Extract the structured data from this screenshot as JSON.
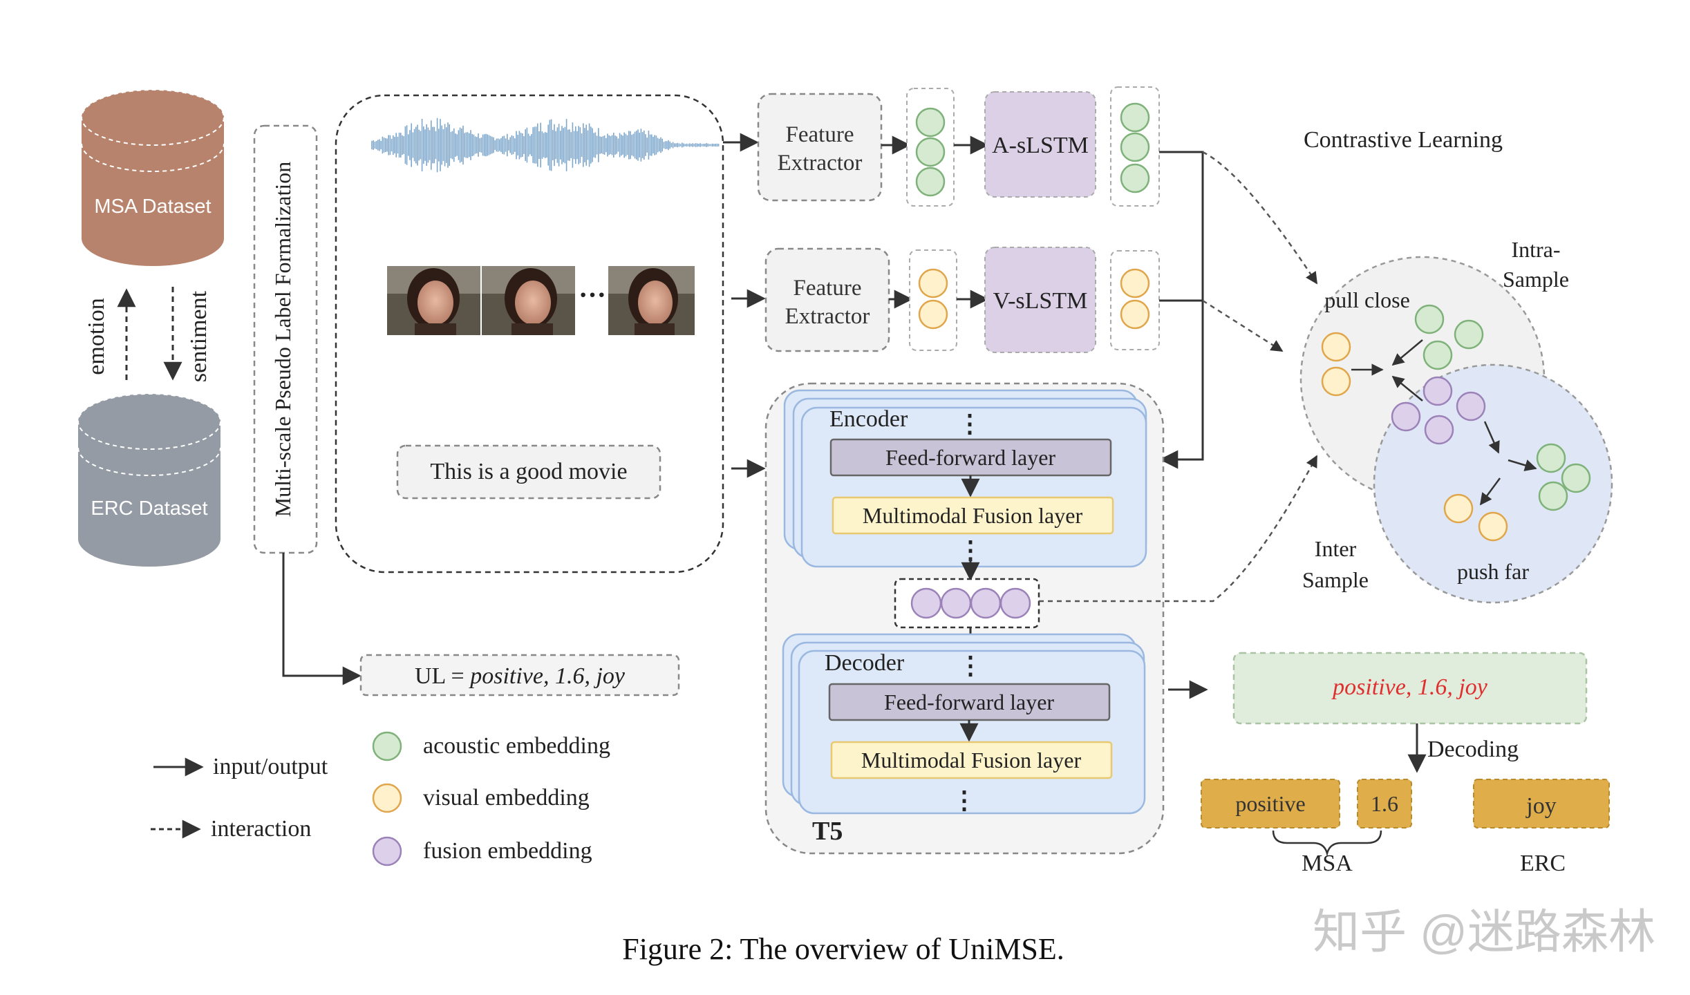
{
  "colors": {
    "acoustic": "#d5ead0",
    "acoustic_stroke": "#7fb27a",
    "visual": "#fff1cc",
    "visual_stroke": "#e0a64c",
    "fusion": "#ddd0ea",
    "fusion_stroke": "#9b82b8",
    "msa_db": "#b8836c",
    "erc_db": "#949ba4",
    "lstm_box": "#dcd0e6",
    "ffn_box": "#c9c3d8",
    "fusion_box": "#fdf4cc",
    "output_box": "#e0ecdc",
    "label_box": "#dfad4a",
    "output_text": "#e02f2f",
    "encoder_block": "#dde9f8"
  },
  "datasets": {
    "msa": "MSA Dataset",
    "erc": "ERC Dataset",
    "emotion": "emotion",
    "sentiment": "sentiment"
  },
  "pseudo_label": "Multi-scale Pseudo Label Formalization",
  "text_input": "This is a good movie",
  "audio_branch": {
    "extractor_line1": "Feature",
    "extractor_line2": "Extractor",
    "lstm": "A-sLSTM"
  },
  "visual_branch": {
    "extractor_line1": "Feature",
    "extractor_line2": "Extractor",
    "lstm": "V-sLSTM"
  },
  "encoder": {
    "title": "Encoder",
    "ffn": "Feed-forward layer",
    "fusion": "Multimodal Fusion layer"
  },
  "decoder": {
    "title": "Decoder",
    "ffn": "Feed-forward layer",
    "fusion": "Multimodal Fusion layer"
  },
  "t5": "T5",
  "ul": {
    "prefix": "UL = ",
    "value": "positive, 1.6, joy"
  },
  "legend": {
    "input_output": "input/output",
    "interaction": "interaction",
    "acoustic": "acoustic embedding",
    "visual": "visual embedding",
    "fusion": "fusion embedding"
  },
  "contrastive": {
    "title": "Contrastive Learning",
    "intra_line1": "Intra-",
    "intra_line2": "Sample",
    "pull_close": "pull close",
    "inter_line1": "Inter",
    "inter_line2": "Sample",
    "push_far": "push far"
  },
  "output": {
    "text": "positive, 1.6, joy",
    "decoding": "Decoding",
    "positive": "positive",
    "score": "1.6",
    "joy": "joy",
    "msa": "MSA",
    "erc": "ERC"
  },
  "caption": "Figure 2: The overview of UniMSE.",
  "watermark": "知乎 @迷路森林"
}
